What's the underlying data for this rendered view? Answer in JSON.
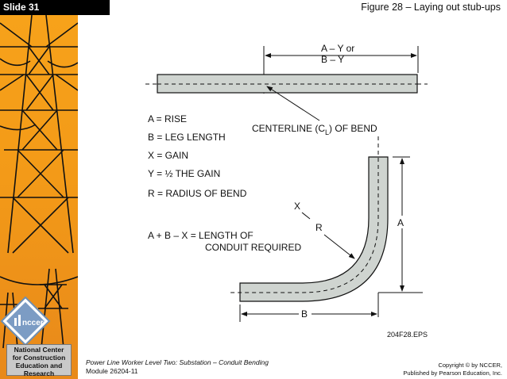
{
  "header": {
    "slide_label": "Slide 31",
    "figure_title": "Figure 28 – Laying out stub-ups"
  },
  "sidebar": {
    "logo_text": "nccer",
    "org_lines": [
      "National Center",
      "for Construction",
      "Education and",
      "Research"
    ]
  },
  "diagram": {
    "top_dim_line1": "A – Y or",
    "top_dim_line2": "B – Y",
    "legend": [
      "A = RISE",
      "B = LEG LENGTH",
      "X = GAIN",
      "Y =  ½ THE GAIN",
      "R = RADIUS OF BEND"
    ],
    "formula_line1": "A + B – X =  LENGTH OF",
    "formula_line2": "CONDUIT REQUIRED",
    "centerline_label": "CENTERLINE (",
    "centerline_symbol": "C",
    "centerline_sub": "L",
    "centerline_tail": ") OF BEND",
    "label_x": "X",
    "label_r": "R",
    "label_a": "A",
    "label_b": "B",
    "file_label": "204F28.EPS"
  },
  "footer": {
    "course": "Power Line Worker Level Two: Substation – Conduit Bending",
    "module": "Module 26204-11",
    "copyright_line1": "Copyright © by NCCER,",
    "copyright_line2": "Published by Pearson Education, Inc."
  },
  "colors": {
    "sidebar_orange": "#f39a18",
    "conduit_fill": "#cfd4d0",
    "tab_black": "#000000"
  }
}
